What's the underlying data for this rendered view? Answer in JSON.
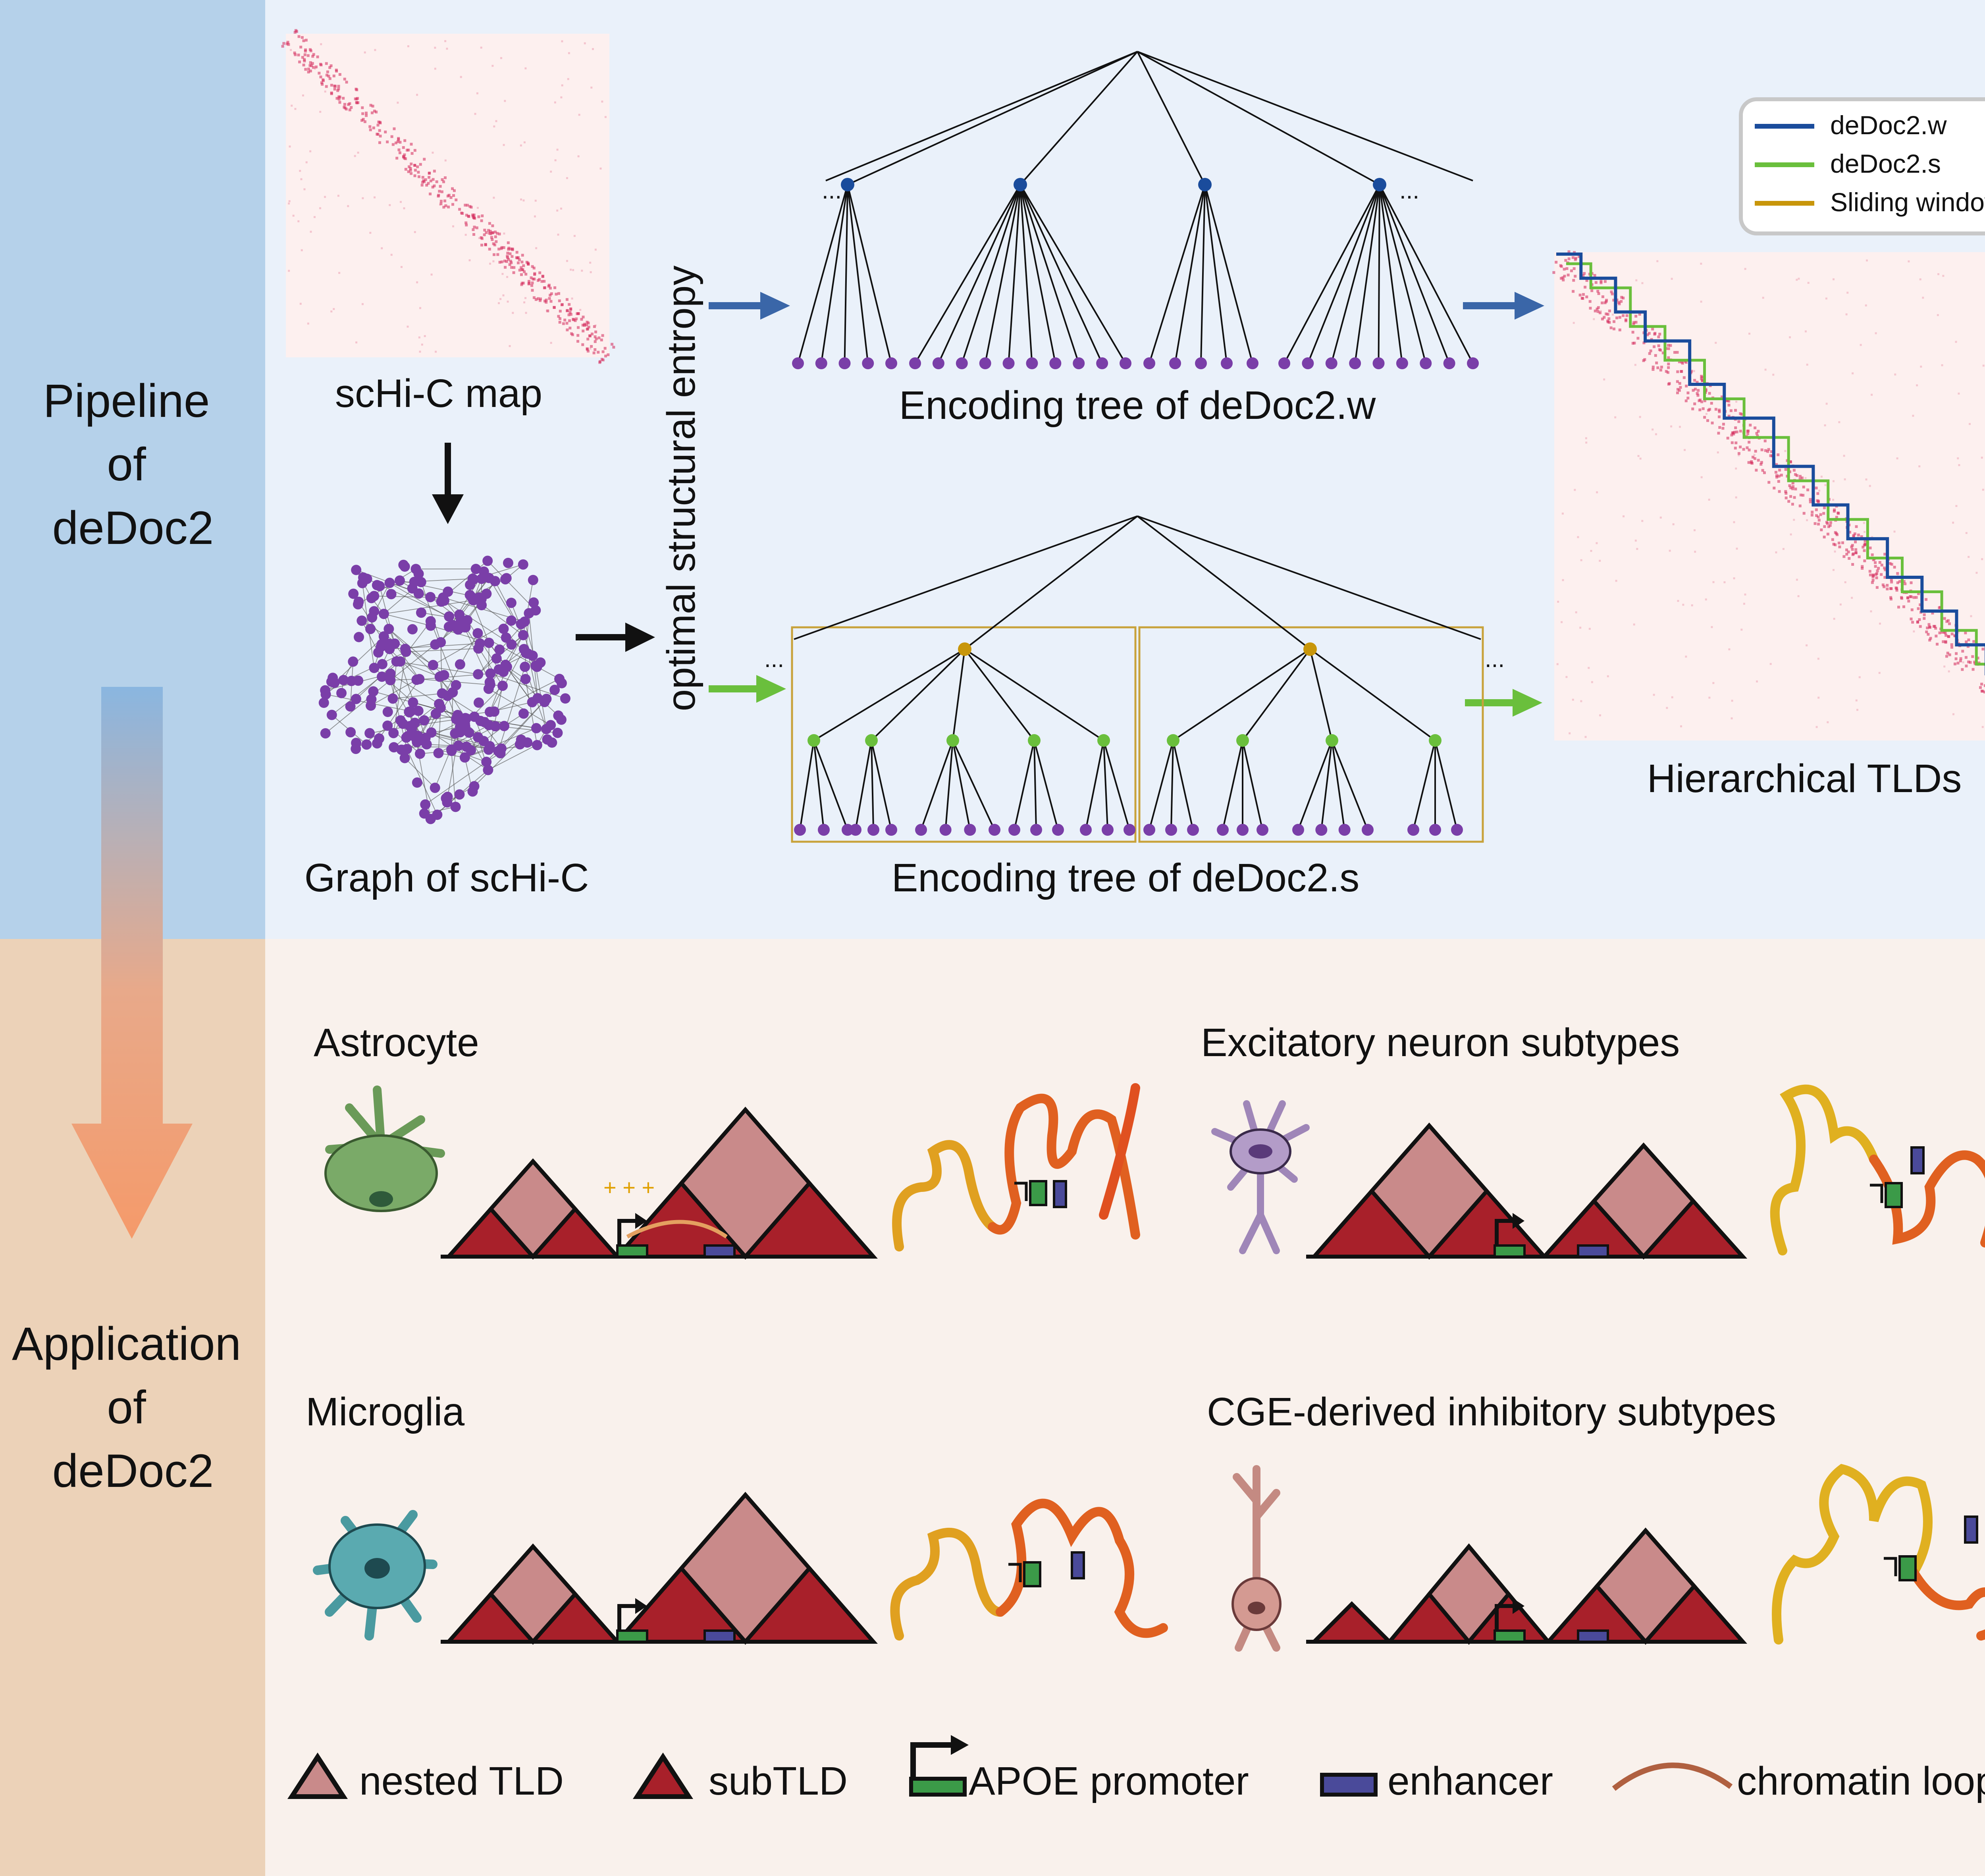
{
  "pipeline": {
    "side_label": [
      "Pipeline",
      "of",
      "deDoc2"
    ],
    "schic_map_label": "scHi-C map",
    "graph_label": "Graph of scHi-C",
    "entropy_label": "optimal structural entropy",
    "tree_w_label": "Encoding tree of deDoc2.w",
    "tree_s_label": "Encoding tree of deDoc2.s",
    "result_label": "Hierarchical TLDs",
    "ellipsis": "..."
  },
  "legend": {
    "items": [
      {
        "label": "deDoc2.w",
        "color": "#1a4c9c"
      },
      {
        "label": "deDoc2.s",
        "color": "#6abf3c"
      },
      {
        "label": "Sliding window",
        "color": "#c8960a"
      }
    ]
  },
  "application": {
    "side_label": [
      "Application",
      "of",
      "deDoc2"
    ],
    "panels": [
      {
        "title": "Astrocyte",
        "cell_color": "#6a9a58"
      },
      {
        "title": "Excitatory neuron subtypes",
        "cell_color": "#9f86b8"
      },
      {
        "title": "Microglia",
        "cell_color": "#4a9aa0"
      },
      {
        "title": "CGE-derived inhibitory subtypes",
        "cell_color": "#c48a82"
      }
    ],
    "plus_signs": "+ + +"
  },
  "bottom_legend": {
    "items": [
      {
        "label": "nested TLD"
      },
      {
        "label": "subTLD"
      },
      {
        "label": "APOE promoter"
      },
      {
        "label": "enhancer"
      },
      {
        "label": "chromatin loop"
      }
    ]
  },
  "colors": {
    "top_band": "#eaf1fa",
    "bottom_band": "#f9f1ec",
    "left_top": "#b5d1ea",
    "left_bottom": "#ecd2b8",
    "node_purple": "#7a3ea8",
    "node_blue": "#1a4c9c",
    "node_green": "#6abf3c",
    "node_gold": "#c8960a",
    "arrow_blue": "#3a66a8",
    "arrow_green": "#6abf3c",
    "subtld": "#a8202a",
    "nested_tld": "#c98a8a",
    "promoter": "#3b9a48",
    "enhancer": "#4a4a9a",
    "loop": "#d0683c",
    "heatmap_bg": "#fdf0ef",
    "heatmap_diag": "#d4285a"
  }
}
